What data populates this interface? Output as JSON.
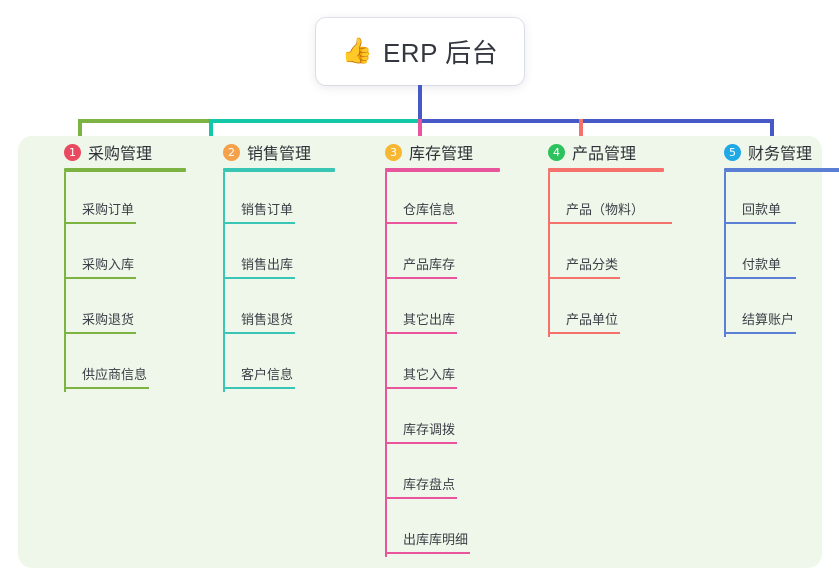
{
  "root": {
    "icon": "thumbs-up",
    "icon_glyph": "👍",
    "label": "ERP 后台"
  },
  "theme": {
    "panel_bg": "#eef7e9",
    "page_bg": "#ffffff",
    "root_text": "#34373f"
  },
  "connectors": {
    "stem_color": "#4759c4",
    "bus_segments": [
      {
        "name": "bus-green",
        "color": "#7cb342"
      },
      {
        "name": "bus-teal",
        "color": "#14c7a8"
      },
      {
        "name": "bus-blue",
        "color": "#4759c4"
      }
    ],
    "drops": [
      "#7cb342",
      "#14c7a8",
      "#e8559c",
      "#f4716c",
      "#4759c4"
    ]
  },
  "columns": [
    {
      "number": "1",
      "badge_glyph": "1",
      "badge_color": "#ea4a5f",
      "line_color": "#7cb342",
      "title": "采购管理",
      "items": [
        {
          "label": "采购订单"
        },
        {
          "label": "采购入库"
        },
        {
          "label": "采购退货"
        },
        {
          "label": "供应商信息"
        }
      ]
    },
    {
      "number": "2",
      "badge_glyph": "2",
      "badge_color": "#f5a04a",
      "line_color": "#39c6b4",
      "title": "销售管理",
      "items": [
        {
          "label": "销售订单"
        },
        {
          "label": "销售出库"
        },
        {
          "label": "销售退货"
        },
        {
          "label": "客户信息"
        }
      ]
    },
    {
      "number": "3",
      "badge_glyph": "3",
      "badge_color": "#f7b733",
      "line_color": "#e8559c",
      "title": "库存管理",
      "items": [
        {
          "label": "仓库信息"
        },
        {
          "label": "产品库存"
        },
        {
          "label": "其它出库"
        },
        {
          "label": "其它入库"
        },
        {
          "label": "库存调拨"
        },
        {
          "label": "库存盘点"
        },
        {
          "label": "出库库明细"
        }
      ]
    },
    {
      "number": "4",
      "badge_glyph": "4",
      "badge_color": "#2ec25e",
      "line_color": "#f4716c",
      "title": "产品管理",
      "items": [
        {
          "label": "产品（物料）"
        },
        {
          "label": "产品分类"
        },
        {
          "label": "产品单位"
        }
      ]
    },
    {
      "number": "5",
      "badge_glyph": "5",
      "badge_color": "#20a9e6",
      "line_color": "#5b7fd4",
      "title": "财务管理",
      "items": [
        {
          "label": "回款单"
        },
        {
          "label": "付款单"
        },
        {
          "label": "结算账户"
        }
      ]
    }
  ]
}
